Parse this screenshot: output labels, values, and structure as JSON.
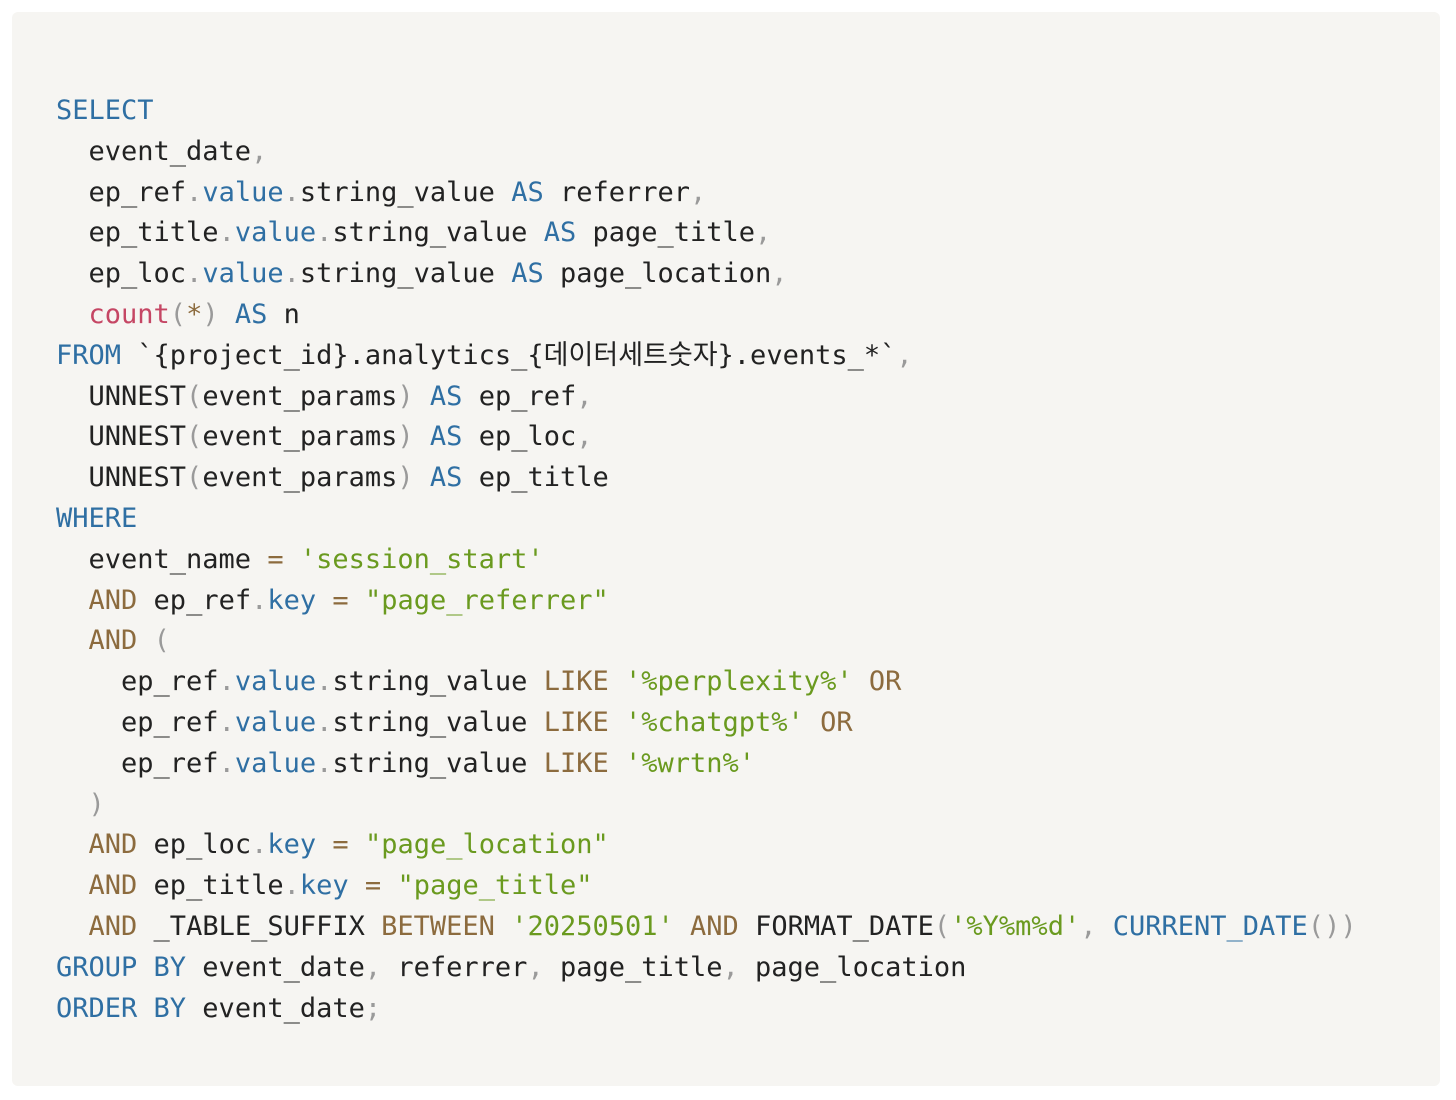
{
  "code_block": {
    "language": "sql",
    "colors": {
      "keyword": "#2f6fa3",
      "function": "#c54664",
      "operator": "#8c6b3e",
      "string": "#6a9a1f",
      "punctuation": "#9a9a9a",
      "identifier": "#222222",
      "background": "#f6f5f2"
    },
    "lines": [
      [
        {
          "t": "kw",
          "v": "SELECT"
        }
      ],
      [
        {
          "t": "id",
          "v": "  event_date"
        },
        {
          "t": "pun",
          "v": ","
        }
      ],
      [
        {
          "t": "id",
          "v": "  ep_ref"
        },
        {
          "t": "pun",
          "v": "."
        },
        {
          "t": "kw",
          "v": "value"
        },
        {
          "t": "pun",
          "v": "."
        },
        {
          "t": "id",
          "v": "string_value "
        },
        {
          "t": "kw",
          "v": "AS"
        },
        {
          "t": "id",
          "v": " referrer"
        },
        {
          "t": "pun",
          "v": ","
        }
      ],
      [
        {
          "t": "id",
          "v": "  ep_title"
        },
        {
          "t": "pun",
          "v": "."
        },
        {
          "t": "kw",
          "v": "value"
        },
        {
          "t": "pun",
          "v": "."
        },
        {
          "t": "id",
          "v": "string_value "
        },
        {
          "t": "kw",
          "v": "AS"
        },
        {
          "t": "id",
          "v": " page_title"
        },
        {
          "t": "pun",
          "v": ","
        }
      ],
      [
        {
          "t": "id",
          "v": "  ep_loc"
        },
        {
          "t": "pun",
          "v": "."
        },
        {
          "t": "kw",
          "v": "value"
        },
        {
          "t": "pun",
          "v": "."
        },
        {
          "t": "id",
          "v": "string_value "
        },
        {
          "t": "kw",
          "v": "AS"
        },
        {
          "t": "id",
          "v": " page_location"
        },
        {
          "t": "pun",
          "v": ","
        }
      ],
      [
        {
          "t": "id",
          "v": "  "
        },
        {
          "t": "fn",
          "v": "count"
        },
        {
          "t": "pun",
          "v": "("
        },
        {
          "t": "op",
          "v": "*"
        },
        {
          "t": "pun",
          "v": ")"
        },
        {
          "t": "id",
          "v": " "
        },
        {
          "t": "kw",
          "v": "AS"
        },
        {
          "t": "id",
          "v": " n"
        }
      ],
      [
        {
          "t": "kw",
          "v": "FROM"
        },
        {
          "t": "id",
          "v": " `{project_id}.analytics_{데이터세트숫자}.events_*`"
        },
        {
          "t": "pun",
          "v": ","
        }
      ],
      [
        {
          "t": "id",
          "v": "  UNNEST"
        },
        {
          "t": "pun",
          "v": "("
        },
        {
          "t": "id",
          "v": "event_params"
        },
        {
          "t": "pun",
          "v": ")"
        },
        {
          "t": "id",
          "v": " "
        },
        {
          "t": "kw",
          "v": "AS"
        },
        {
          "t": "id",
          "v": " ep_ref"
        },
        {
          "t": "pun",
          "v": ","
        }
      ],
      [
        {
          "t": "id",
          "v": "  UNNEST"
        },
        {
          "t": "pun",
          "v": "("
        },
        {
          "t": "id",
          "v": "event_params"
        },
        {
          "t": "pun",
          "v": ")"
        },
        {
          "t": "id",
          "v": " "
        },
        {
          "t": "kw",
          "v": "AS"
        },
        {
          "t": "id",
          "v": " ep_loc"
        },
        {
          "t": "pun",
          "v": ","
        }
      ],
      [
        {
          "t": "id",
          "v": "  UNNEST"
        },
        {
          "t": "pun",
          "v": "("
        },
        {
          "t": "id",
          "v": "event_params"
        },
        {
          "t": "pun",
          "v": ")"
        },
        {
          "t": "id",
          "v": " "
        },
        {
          "t": "kw",
          "v": "AS"
        },
        {
          "t": "id",
          "v": " ep_title"
        }
      ],
      [
        {
          "t": "kw",
          "v": "WHERE"
        }
      ],
      [
        {
          "t": "id",
          "v": "  event_name "
        },
        {
          "t": "op",
          "v": "="
        },
        {
          "t": "id",
          "v": " "
        },
        {
          "t": "str",
          "v": "'session_start'"
        }
      ],
      [
        {
          "t": "id",
          "v": "  "
        },
        {
          "t": "op",
          "v": "AND"
        },
        {
          "t": "id",
          "v": " ep_ref"
        },
        {
          "t": "pun",
          "v": "."
        },
        {
          "t": "kw",
          "v": "key"
        },
        {
          "t": "id",
          "v": " "
        },
        {
          "t": "op",
          "v": "="
        },
        {
          "t": "id",
          "v": " "
        },
        {
          "t": "str",
          "v": "\"page_referrer\""
        }
      ],
      [
        {
          "t": "id",
          "v": "  "
        },
        {
          "t": "op",
          "v": "AND"
        },
        {
          "t": "id",
          "v": " "
        },
        {
          "t": "pun",
          "v": "("
        }
      ],
      [
        {
          "t": "id",
          "v": "    ep_ref"
        },
        {
          "t": "pun",
          "v": "."
        },
        {
          "t": "kw",
          "v": "value"
        },
        {
          "t": "pun",
          "v": "."
        },
        {
          "t": "id",
          "v": "string_value "
        },
        {
          "t": "op",
          "v": "LIKE"
        },
        {
          "t": "id",
          "v": " "
        },
        {
          "t": "str",
          "v": "'%perplexity%'"
        },
        {
          "t": "id",
          "v": " "
        },
        {
          "t": "op",
          "v": "OR"
        }
      ],
      [
        {
          "t": "id",
          "v": "    ep_ref"
        },
        {
          "t": "pun",
          "v": "."
        },
        {
          "t": "kw",
          "v": "value"
        },
        {
          "t": "pun",
          "v": "."
        },
        {
          "t": "id",
          "v": "string_value "
        },
        {
          "t": "op",
          "v": "LIKE"
        },
        {
          "t": "id",
          "v": " "
        },
        {
          "t": "str",
          "v": "'%chatgpt%'"
        },
        {
          "t": "id",
          "v": " "
        },
        {
          "t": "op",
          "v": "OR"
        }
      ],
      [
        {
          "t": "id",
          "v": "    ep_ref"
        },
        {
          "t": "pun",
          "v": "."
        },
        {
          "t": "kw",
          "v": "value"
        },
        {
          "t": "pun",
          "v": "."
        },
        {
          "t": "id",
          "v": "string_value "
        },
        {
          "t": "op",
          "v": "LIKE"
        },
        {
          "t": "id",
          "v": " "
        },
        {
          "t": "str",
          "v": "'%wrtn%'"
        }
      ],
      [
        {
          "t": "id",
          "v": "  "
        },
        {
          "t": "pun",
          "v": ")"
        }
      ],
      [
        {
          "t": "id",
          "v": "  "
        },
        {
          "t": "op",
          "v": "AND"
        },
        {
          "t": "id",
          "v": " ep_loc"
        },
        {
          "t": "pun",
          "v": "."
        },
        {
          "t": "kw",
          "v": "key"
        },
        {
          "t": "id",
          "v": " "
        },
        {
          "t": "op",
          "v": "="
        },
        {
          "t": "id",
          "v": " "
        },
        {
          "t": "str",
          "v": "\"page_location\""
        }
      ],
      [
        {
          "t": "id",
          "v": "  "
        },
        {
          "t": "op",
          "v": "AND"
        },
        {
          "t": "id",
          "v": " ep_title"
        },
        {
          "t": "pun",
          "v": "."
        },
        {
          "t": "kw",
          "v": "key"
        },
        {
          "t": "id",
          "v": " "
        },
        {
          "t": "op",
          "v": "="
        },
        {
          "t": "id",
          "v": " "
        },
        {
          "t": "str",
          "v": "\"page_title\""
        }
      ],
      [
        {
          "t": "id",
          "v": "  "
        },
        {
          "t": "op",
          "v": "AND"
        },
        {
          "t": "id",
          "v": " _TABLE_SUFFIX "
        },
        {
          "t": "op",
          "v": "BETWEEN"
        },
        {
          "t": "id",
          "v": " "
        },
        {
          "t": "str",
          "v": "'20250501'"
        },
        {
          "t": "id",
          "v": " "
        },
        {
          "t": "op",
          "v": "AND"
        },
        {
          "t": "id",
          "v": " FORMAT_DATE"
        },
        {
          "t": "pun",
          "v": "("
        },
        {
          "t": "str",
          "v": "'%Y%m%d'"
        },
        {
          "t": "pun",
          "v": ","
        },
        {
          "t": "id",
          "v": " "
        },
        {
          "t": "kw",
          "v": "CURRENT_DATE"
        },
        {
          "t": "pun",
          "v": "())"
        }
      ],
      [
        {
          "t": "kw",
          "v": "GROUP BY"
        },
        {
          "t": "id",
          "v": " event_date"
        },
        {
          "t": "pun",
          "v": ","
        },
        {
          "t": "id",
          "v": " referrer"
        },
        {
          "t": "pun",
          "v": ","
        },
        {
          "t": "id",
          "v": " page_title"
        },
        {
          "t": "pun",
          "v": ","
        },
        {
          "t": "id",
          "v": " page_location"
        }
      ],
      [
        {
          "t": "kw",
          "v": "ORDER BY"
        },
        {
          "t": "id",
          "v": " event_date"
        },
        {
          "t": "pun",
          "v": ";"
        }
      ]
    ]
  }
}
